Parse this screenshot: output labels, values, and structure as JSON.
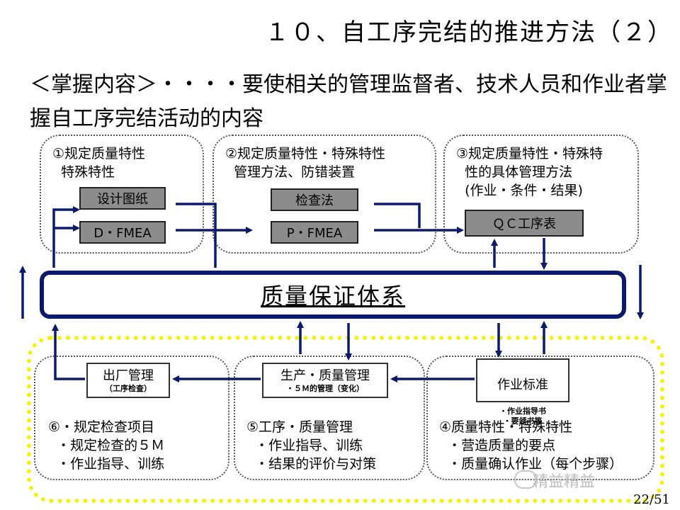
{
  "title": "１０、自工序完结的推进方法（２）",
  "intro": "＜掌握内容＞・・・・要使相关的管理监督者、技术人员和作业者掌握自工序完结活动的内容",
  "top_panels": [
    {
      "text": "①规定质量特性\n  特殊特性",
      "boxes": [
        "设计图纸",
        "D・FMEA"
      ]
    },
    {
      "text": "②规定质量特性・特殊特性\n  管理方法、防错装置",
      "boxes": [
        "检查法",
        "P・FMEA"
      ]
    },
    {
      "text": "③规定质量特性・特殊特\n  性的具体管理方法\n  (作业・条件・结果)",
      "boxes": [
        "ＱＣ工序表"
      ]
    }
  ],
  "core": "质量保证体系",
  "bottom_panels": [
    {
      "box_title": "出厂管理",
      "box_sub": "（工序检查）",
      "text": "⑥・规定检查项目\n  ・规定检查的５Ｍ\n  ・作业指导、训练"
    },
    {
      "box_title": "生产・质量管理",
      "box_sub": "・５Ｍ的管理（变化）",
      "text": "⑤工序・质量管理\n  ・作业指导、训练\n  ・结果的评价与对策"
    },
    {
      "box_title": "作业标准",
      "box_sub": "・作业指导书\n・要领书等",
      "text": "④质量特性・特殊特性\n  ・营造质量的要点\n  ・质量确认作业（每个步骤）"
    }
  ],
  "page_number": "22/51",
  "watermark": "精益精益",
  "colors": {
    "arrow": "#0c1a6e",
    "gray_box": "#8c8c8c",
    "yellow_border": "#f2f20a"
  }
}
